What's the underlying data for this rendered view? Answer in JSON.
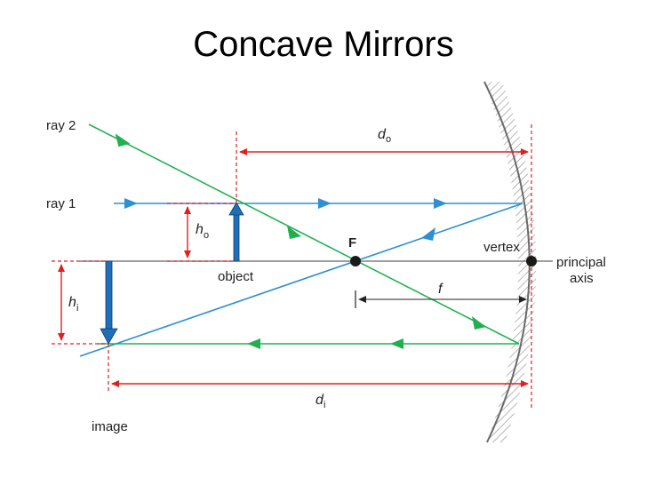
{
  "title": "Concave Mirrors",
  "labels": {
    "ray2": "ray 2",
    "ray1": "ray 1",
    "object": "object",
    "image": "image",
    "focal_point": "F",
    "vertex": "vertex",
    "principal_axis_line1": "principal",
    "principal_axis_line2": "axis",
    "do_main": "d",
    "do_sub": "o",
    "di_main": "d",
    "di_sub": "i",
    "ho_main": "h",
    "ho_sub": "o",
    "hi_main": "h",
    "hi_sub": "i",
    "f": "f"
  },
  "colors": {
    "ray_blue": "#2e8fd1",
    "ray_green": "#20b050",
    "measure_red": "#e0201c",
    "arrow_blue": "#1f6fb8",
    "axis_gray": "#666666",
    "mirror_gray": "#7a7a7a"
  }
}
